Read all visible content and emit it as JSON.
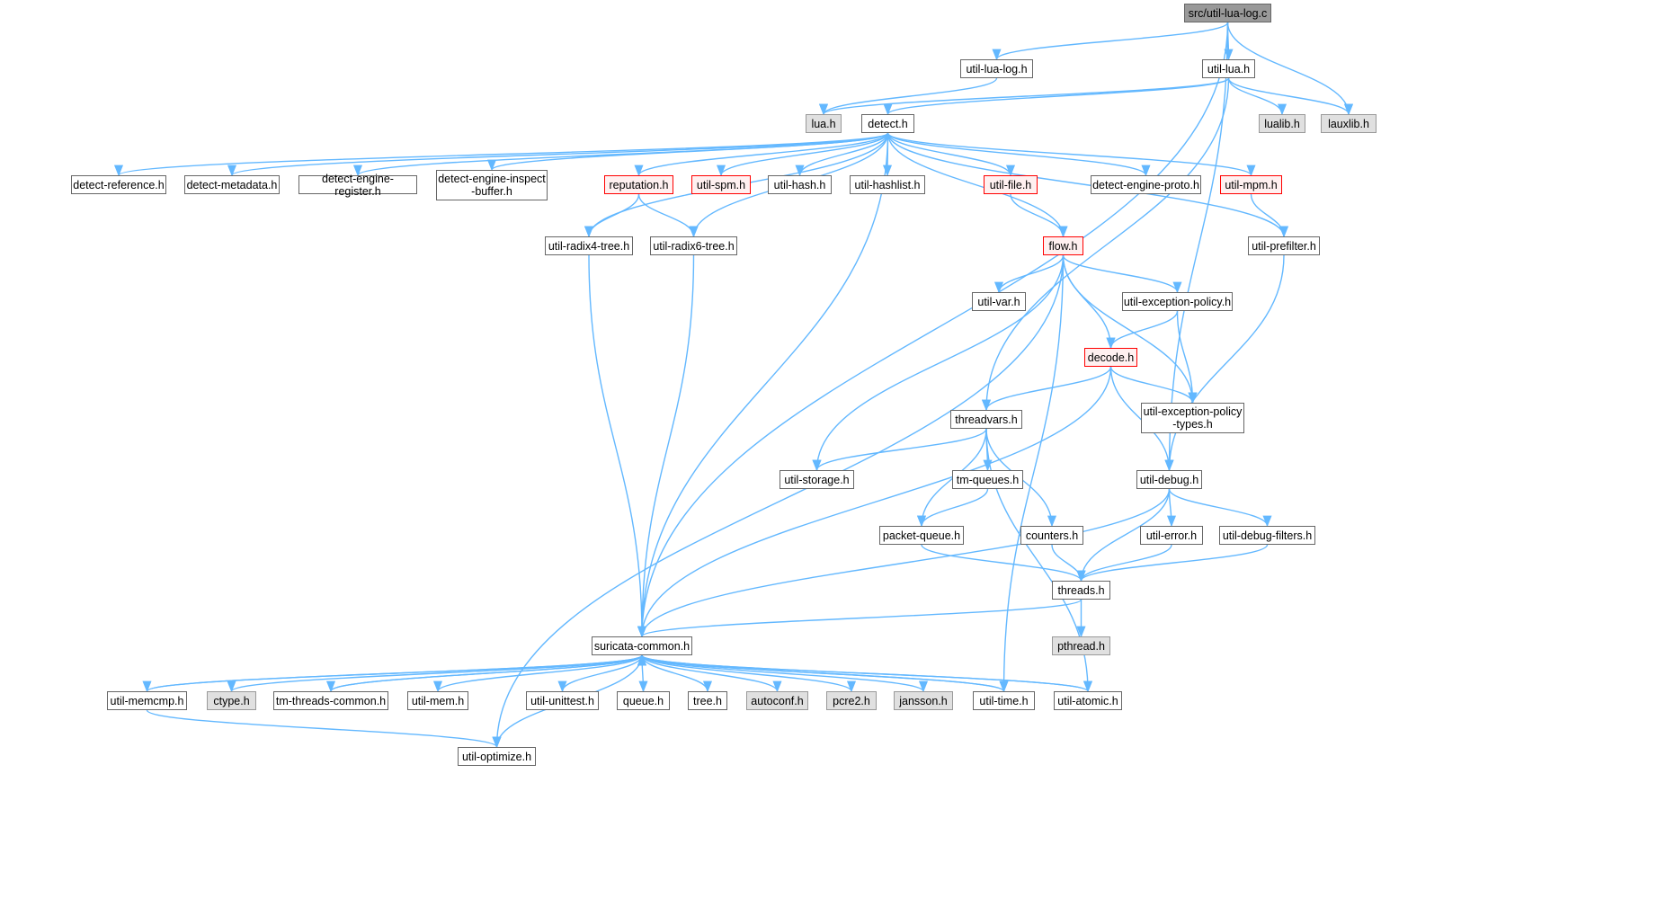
{
  "graph": {
    "edge_color": "#63b8ff",
    "nodes": [
      {
        "id": "root",
        "label": "src/util-lua-log.c",
        "style": "current"
      },
      {
        "id": "util_lua_log_h",
        "label": "util-lua-log.h",
        "style": "normal"
      },
      {
        "id": "util_lua_h",
        "label": "util-lua.h",
        "style": "normal"
      },
      {
        "id": "lua_h",
        "label": "lua.h",
        "style": "sys"
      },
      {
        "id": "detect_h",
        "label": "detect.h",
        "style": "normal"
      },
      {
        "id": "lualib_h",
        "label": "lualib.h",
        "style": "sys"
      },
      {
        "id": "lauxlib_h",
        "label": "lauxlib.h",
        "style": "sys"
      },
      {
        "id": "detect_reference_h",
        "label": "detect-reference.h",
        "style": "normal"
      },
      {
        "id": "detect_metadata_h",
        "label": "detect-metadata.h",
        "style": "normal"
      },
      {
        "id": "detect_engine_register_h",
        "label": "detect-engine-register.h",
        "style": "normal"
      },
      {
        "id": "detect_engine_inspect_buffer_h",
        "label": "detect-engine-inspect\n-buffer.h",
        "style": "normal"
      },
      {
        "id": "reputation_h",
        "label": "reputation.h",
        "style": "highlight"
      },
      {
        "id": "util_spm_h",
        "label": "util-spm.h",
        "style": "highlight"
      },
      {
        "id": "util_hash_h",
        "label": "util-hash.h",
        "style": "normal"
      },
      {
        "id": "util_hashlist_h",
        "label": "util-hashlist.h",
        "style": "normal"
      },
      {
        "id": "util_file_h",
        "label": "util-file.h",
        "style": "highlight"
      },
      {
        "id": "detect_engine_proto_h",
        "label": "detect-engine-proto.h",
        "style": "normal"
      },
      {
        "id": "util_mpm_h",
        "label": "util-mpm.h",
        "style": "highlight"
      },
      {
        "id": "util_radix4_tree_h",
        "label": "util-radix4-tree.h",
        "style": "normal"
      },
      {
        "id": "util_radix6_tree_h",
        "label": "util-radix6-tree.h",
        "style": "normal"
      },
      {
        "id": "flow_h",
        "label": "flow.h",
        "style": "highlight"
      },
      {
        "id": "util_prefilter_h",
        "label": "util-prefilter.h",
        "style": "normal"
      },
      {
        "id": "util_var_h",
        "label": "util-var.h",
        "style": "normal"
      },
      {
        "id": "util_exception_policy_h",
        "label": "util-exception-policy.h",
        "style": "normal"
      },
      {
        "id": "decode_h",
        "label": "decode.h",
        "style": "highlight"
      },
      {
        "id": "threadvars_h",
        "label": "threadvars.h",
        "style": "normal"
      },
      {
        "id": "util_exception_policy_types_h",
        "label": "util-exception-policy\n-types.h",
        "style": "normal"
      },
      {
        "id": "util_storage_h",
        "label": "util-storage.h",
        "style": "normal"
      },
      {
        "id": "tm_queues_h",
        "label": "tm-queues.h",
        "style": "normal"
      },
      {
        "id": "util_debug_h",
        "label": "util-debug.h",
        "style": "normal"
      },
      {
        "id": "packet_queue_h",
        "label": "packet-queue.h",
        "style": "normal"
      },
      {
        "id": "counters_h",
        "label": "counters.h",
        "style": "normal"
      },
      {
        "id": "util_error_h",
        "label": "util-error.h",
        "style": "normal"
      },
      {
        "id": "util_debug_filters_h",
        "label": "util-debug-filters.h",
        "style": "normal"
      },
      {
        "id": "threads_h",
        "label": "threads.h",
        "style": "normal"
      },
      {
        "id": "pthread_h",
        "label": "pthread.h",
        "style": "sys"
      },
      {
        "id": "suricata_common_h",
        "label": "suricata-common.h",
        "style": "normal"
      },
      {
        "id": "util_memcmp_h",
        "label": "util-memcmp.h",
        "style": "normal"
      },
      {
        "id": "ctype_h",
        "label": "ctype.h",
        "style": "sys"
      },
      {
        "id": "tm_threads_common_h",
        "label": "tm-threads-common.h",
        "style": "normal"
      },
      {
        "id": "util_mem_h",
        "label": "util-mem.h",
        "style": "normal"
      },
      {
        "id": "util_unittest_h",
        "label": "util-unittest.h",
        "style": "normal"
      },
      {
        "id": "queue_h",
        "label": "queue.h",
        "style": "normal"
      },
      {
        "id": "tree_h",
        "label": "tree.h",
        "style": "normal"
      },
      {
        "id": "autoconf_h",
        "label": "autoconf.h",
        "style": "sys"
      },
      {
        "id": "pcre2_h",
        "label": "pcre2.h",
        "style": "sys"
      },
      {
        "id": "jansson_h",
        "label": "jansson.h",
        "style": "sys"
      },
      {
        "id": "util_time_h",
        "label": "util-time.h",
        "style": "normal"
      },
      {
        "id": "util_atomic_h",
        "label": "util-atomic.h",
        "style": "normal"
      },
      {
        "id": "util_optimize_h",
        "label": "util-optimize.h",
        "style": "normal"
      }
    ],
    "edges": [
      [
        "root",
        "util_lua_log_h"
      ],
      [
        "root",
        "util_lua_h"
      ],
      [
        "root",
        "lauxlib_h"
      ],
      [
        "root",
        "util_debug_h"
      ],
      [
        "root",
        "suricata_common_h"
      ],
      [
        "util_lua_log_h",
        "lua_h"
      ],
      [
        "util_lua_h",
        "lua_h"
      ],
      [
        "util_lua_h",
        "detect_h"
      ],
      [
        "util_lua_h",
        "lualib_h"
      ],
      [
        "util_lua_h",
        "lauxlib_h"
      ],
      [
        "util_lua_h",
        "threadvars_h"
      ],
      [
        "detect_h",
        "detect_reference_h"
      ],
      [
        "detect_h",
        "detect_metadata_h"
      ],
      [
        "detect_h",
        "detect_engine_register_h"
      ],
      [
        "detect_h",
        "detect_engine_inspect_buffer_h"
      ],
      [
        "detect_h",
        "reputation_h"
      ],
      [
        "detect_h",
        "util_spm_h"
      ],
      [
        "detect_h",
        "util_hash_h"
      ],
      [
        "detect_h",
        "util_hashlist_h"
      ],
      [
        "detect_h",
        "util_file_h"
      ],
      [
        "detect_h",
        "detect_engine_proto_h"
      ],
      [
        "detect_h",
        "util_mpm_h"
      ],
      [
        "detect_h",
        "util_radix4_tree_h"
      ],
      [
        "detect_h",
        "util_radix6_tree_h"
      ],
      [
        "detect_h",
        "flow_h"
      ],
      [
        "detect_h",
        "util_prefilter_h"
      ],
      [
        "detect_h",
        "suricata_common_h"
      ],
      [
        "reputation_h",
        "util_radix4_tree_h"
      ],
      [
        "reputation_h",
        "util_radix6_tree_h"
      ],
      [
        "util_file_h",
        "flow_h"
      ],
      [
        "util_mpm_h",
        "util_prefilter_h"
      ],
      [
        "util_prefilter_h",
        "util_debug_h"
      ],
      [
        "util_radix4_tree_h",
        "suricata_common_h"
      ],
      [
        "util_radix6_tree_h",
        "suricata_common_h"
      ],
      [
        "flow_h",
        "util_var_h"
      ],
      [
        "flow_h",
        "util_exception_policy_h"
      ],
      [
        "flow_h",
        "decode_h"
      ],
      [
        "flow_h",
        "util_exception_policy_types_h"
      ],
      [
        "flow_h",
        "util_storage_h"
      ],
      [
        "flow_h",
        "util_time_h"
      ],
      [
        "flow_h",
        "util_optimize_h"
      ],
      [
        "util_exception_policy_h",
        "decode_h"
      ],
      [
        "util_exception_policy_h",
        "util_exception_policy_types_h"
      ],
      [
        "decode_h",
        "threadvars_h"
      ],
      [
        "decode_h",
        "util_exception_policy_types_h"
      ],
      [
        "decode_h",
        "util_debug_h"
      ],
      [
        "decode_h",
        "suricata_common_h"
      ],
      [
        "threadvars_h",
        "util_storage_h"
      ],
      [
        "threadvars_h",
        "tm_queues_h"
      ],
      [
        "threadvars_h",
        "packet_queue_h"
      ],
      [
        "threadvars_h",
        "counters_h"
      ],
      [
        "threadvars_h",
        "util_atomic_h"
      ],
      [
        "tm_queues_h",
        "packet_queue_h"
      ],
      [
        "packet_queue_h",
        "threads_h"
      ],
      [
        "counters_h",
        "threads_h"
      ],
      [
        "util_debug_h",
        "util_error_h"
      ],
      [
        "util_debug_h",
        "util_debug_filters_h"
      ],
      [
        "util_debug_h",
        "threads_h"
      ],
      [
        "util_debug_h",
        "suricata_common_h"
      ],
      [
        "util_error_h",
        "threads_h"
      ],
      [
        "util_debug_filters_h",
        "threads_h"
      ],
      [
        "threads_h",
        "pthread_h"
      ],
      [
        "threads_h",
        "suricata_common_h"
      ],
      [
        "suricata_common_h",
        "util_memcmp_h"
      ],
      [
        "suricata_common_h",
        "ctype_h"
      ],
      [
        "suricata_common_h",
        "tm_threads_common_h"
      ],
      [
        "suricata_common_h",
        "util_mem_h"
      ],
      [
        "suricata_common_h",
        "util_unittest_h"
      ],
      [
        "suricata_common_h",
        "queue_h"
      ],
      [
        "suricata_common_h",
        "tree_h"
      ],
      [
        "suricata_common_h",
        "autoconf_h"
      ],
      [
        "suricata_common_h",
        "pcre2_h"
      ],
      [
        "suricata_common_h",
        "jansson_h"
      ],
      [
        "suricata_common_h",
        "util_time_h"
      ],
      [
        "suricata_common_h",
        "util_atomic_h"
      ],
      [
        "suricata_common_h",
        "util_optimize_h"
      ],
      [
        "util_memcmp_h",
        "suricata_common_h"
      ],
      [
        "util_memcmp_h",
        "util_optimize_h"
      ],
      [
        "tm_threads_common_h",
        "suricata_common_h"
      ],
      [
        "util_time_h",
        "suricata_common_h"
      ],
      [
        "util_atomic_h",
        "suricata_common_h"
      ]
    ]
  }
}
